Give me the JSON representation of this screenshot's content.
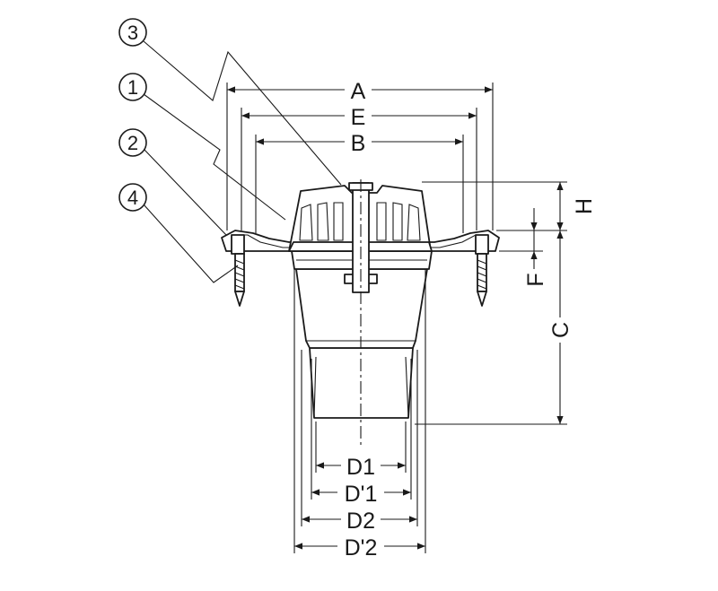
{
  "callouts": [
    "3",
    "1",
    "2",
    "4"
  ],
  "dimensions": {
    "A": "A",
    "E": "E",
    "B": "B",
    "H": "H",
    "F": "F",
    "C": "C",
    "D1": "D1",
    "Dp1": "D'1",
    "D2": "D2",
    "Dp2": "D'2"
  },
  "colors": {
    "line": "#1a1a1a",
    "background": "#ffffff"
  }
}
